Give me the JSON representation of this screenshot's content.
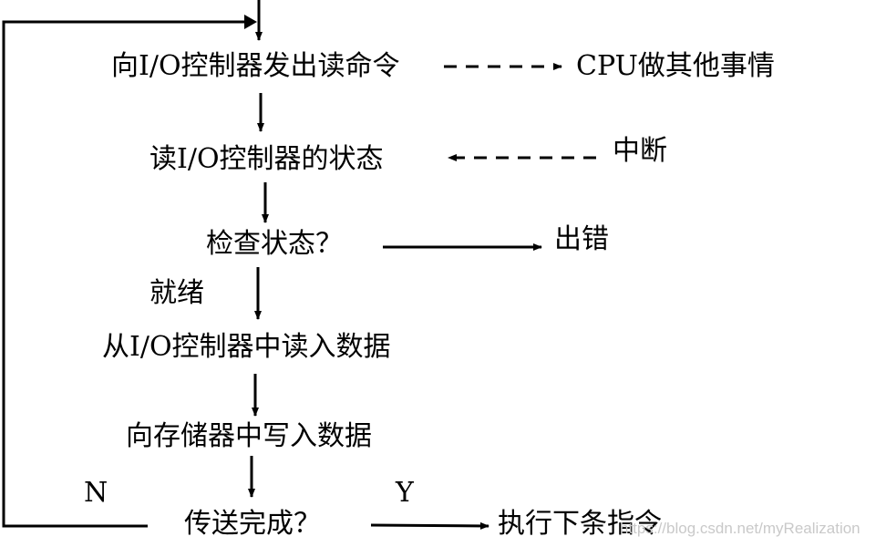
{
  "nodes": {
    "send_read_cmd": "向I/O控制器发出读命令",
    "cpu_other": "CPU做其他事情",
    "read_status": "读I/O控制器的状态",
    "interrupt": "中断",
    "check_status": "检查状态？",
    "error": "出错",
    "ready": "就绪",
    "read_data": "从I/O控制器中读入数据",
    "write_memory": "向存储器中写入数据",
    "n_label": "N",
    "y_label": "Y",
    "transfer_done": "传送完成？",
    "next_instruction": "执行下条指令"
  },
  "watermark": "https://blog.csdn.net/myRealization",
  "colors": {
    "line": "#000000",
    "watermark": "#c9c9c9"
  }
}
